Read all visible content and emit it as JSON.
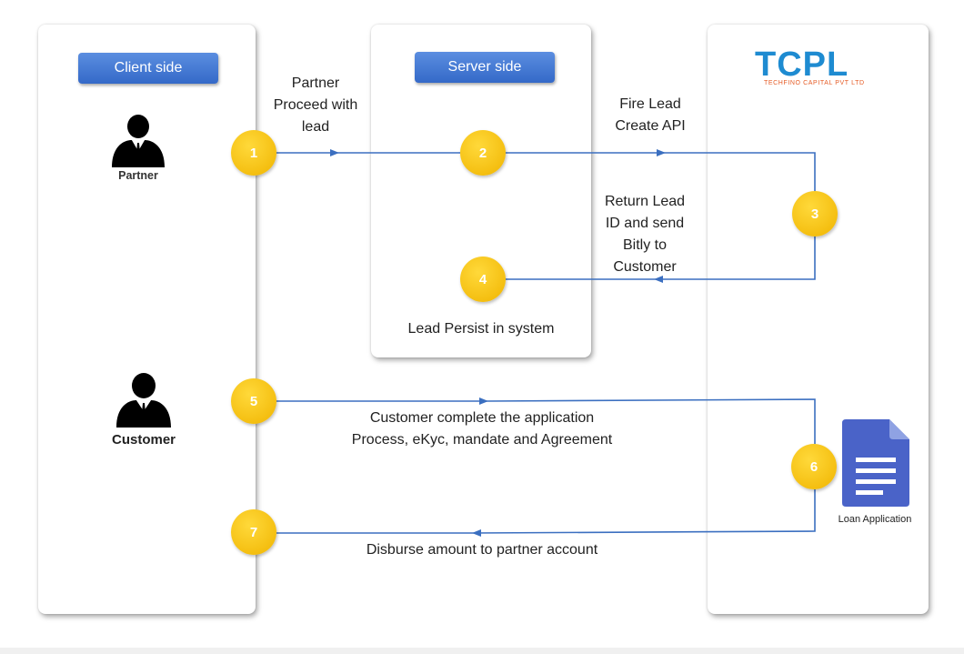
{
  "client_panel": {
    "header": "Client side",
    "partner_label": "Partner",
    "customer_label": "Customer"
  },
  "server_panel": {
    "header": "Server side",
    "persist_label": "Lead Persist in system"
  },
  "techfino_panel": {
    "logo": "TCPL",
    "logo_subtitle": "TECHFINO CAPITAL PVT LTD",
    "document_label": "Loan Application"
  },
  "steps": [
    "1",
    "2",
    "3",
    "4",
    "5",
    "6",
    "7"
  ],
  "flow_labels": {
    "partner_proceed": [
      "Partner",
      "Proceed with",
      "lead"
    ],
    "fire_lead": [
      "Fire Lead",
      "Create API"
    ],
    "return_lead": [
      "Return Lead",
      "ID and send",
      "Bitly to",
      "Customer"
    ],
    "customer_complete": [
      "Customer complete the application",
      "Process, eKyc, mandate and Agreement"
    ],
    "disburse": "Disburse amount to partner account"
  },
  "icons": {
    "partner": "person-icon",
    "customer": "person-icon",
    "document": "document-icon"
  },
  "colors": {
    "arrow": "#3b6fc0",
    "step_circle": "#f5bd00",
    "header_button": "#4479d3",
    "logo_blue": "#1e8bd1",
    "logo_orange": "#e55b25",
    "document": "#4a63c8"
  }
}
